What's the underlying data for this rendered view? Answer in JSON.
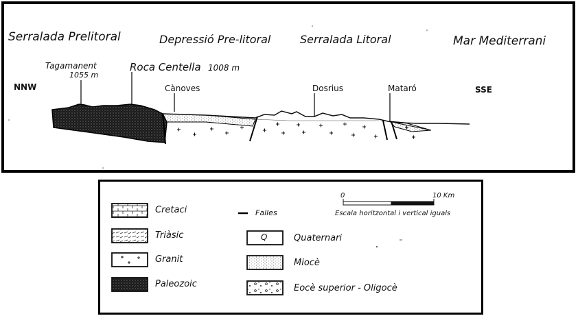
{
  "section": {
    "regions": [
      "Serralada Prelitoral",
      "Depressió Pre-litoral",
      "Serralada Litoral",
      "Mar Mediterrani"
    ],
    "peaks": [
      {
        "name": "Tagamanent",
        "height": "1055 m"
      },
      {
        "name": "Roca Centella",
        "height": "1008 m"
      }
    ],
    "places": [
      "Cànoves",
      "Dosrius",
      "Mataró"
    ],
    "directions": {
      "left": "NNW",
      "right": "SSE"
    }
  },
  "legend": {
    "left": [
      {
        "label": "Cretaci",
        "pattern": "bricks"
      },
      {
        "label": "Triàsic",
        "pattern": "dashes"
      },
      {
        "label": "Granit",
        "pattern": "crosses"
      },
      {
        "label": "Paleozoic",
        "pattern": "dark"
      }
    ],
    "faults_label": "Falles",
    "right": [
      {
        "label": "Quaternari",
        "symbol": "Q"
      },
      {
        "label": "Miocè",
        "pattern": "dots"
      },
      {
        "label": "Eocè superior - Oligocè",
        "pattern": "pebbles"
      }
    ],
    "scale": {
      "start": "0",
      "end": "10 Km",
      "caption": "Escala horitzontal i vertical iguals"
    }
  }
}
